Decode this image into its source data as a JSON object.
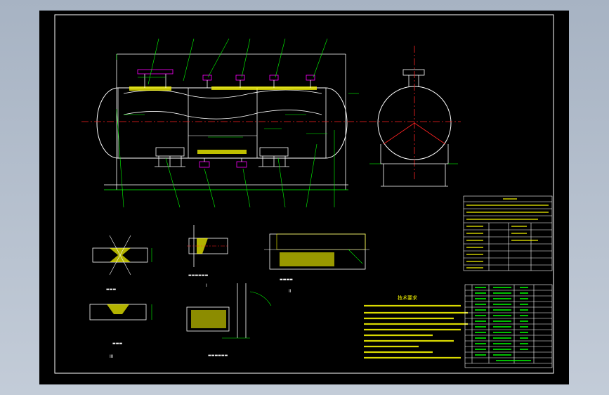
{
  "colors": {
    "background": "#000000",
    "frame": "#ffffff",
    "outline": "#ffffff",
    "dimension": "#00ff00",
    "centerline": "#ff2020",
    "hatch": "#ffff00",
    "text": "#ffff00",
    "nozzle": "#ff00ff",
    "viewport": "#b7c2d0"
  },
  "tech_req_title": "技术要求",
  "detail_labels": [
    "I",
    "II",
    "III"
  ]
}
